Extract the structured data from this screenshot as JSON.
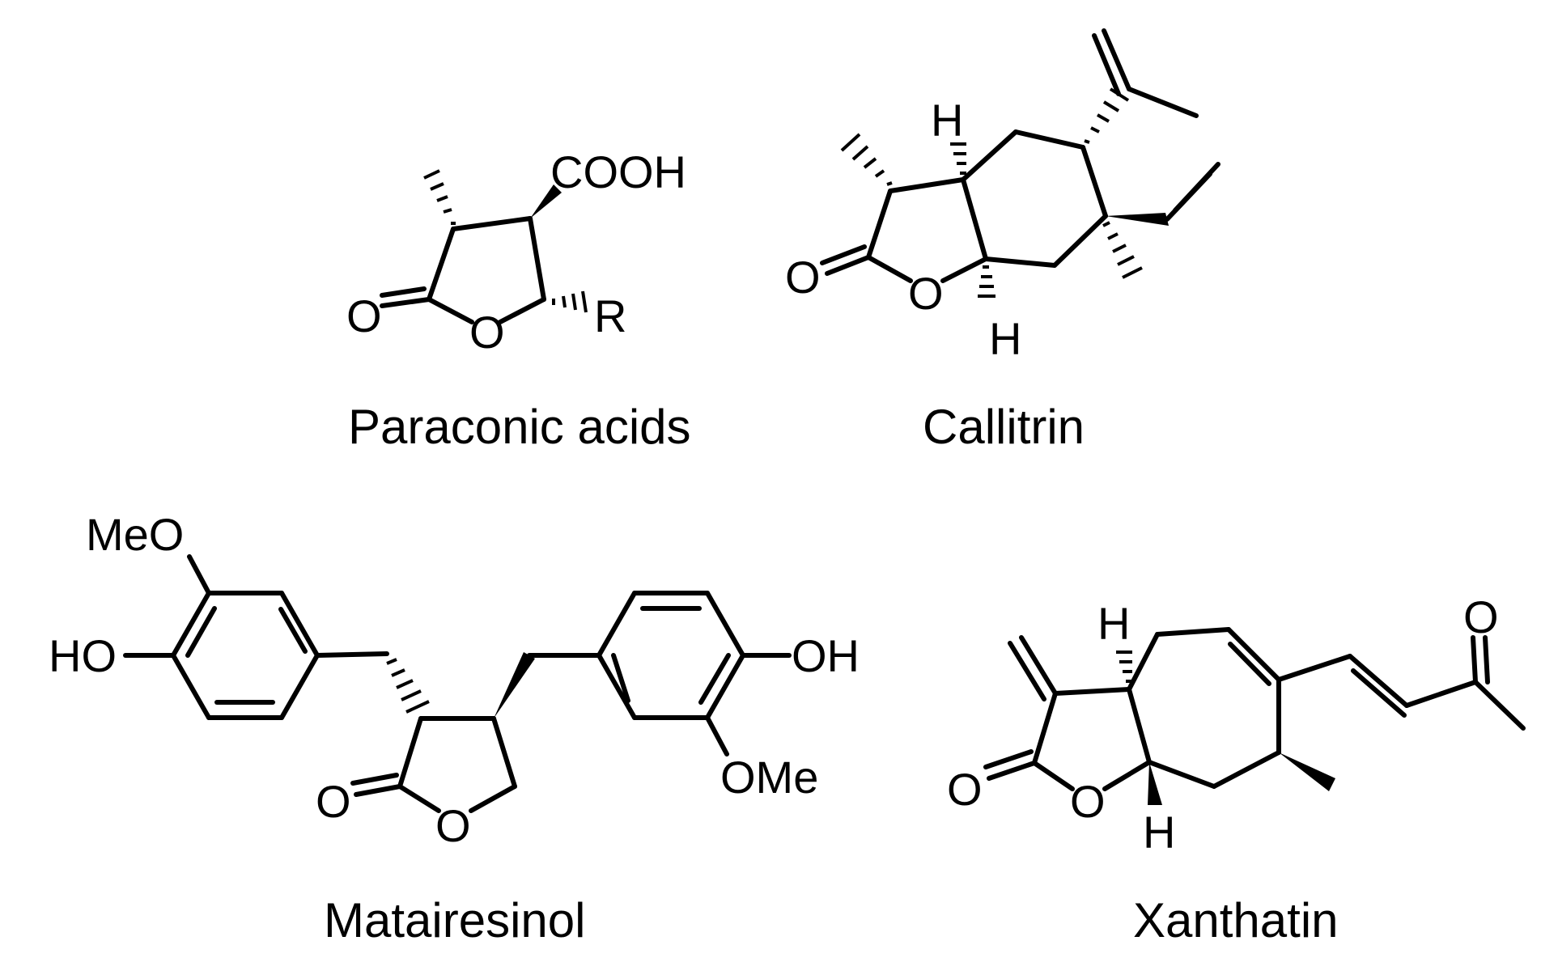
{
  "molecules": [
    {
      "name": "Paraconic acids",
      "labels": {
        "acid": "COOH",
        "carbonyl_o": "O",
        "ring_o": "O",
        "substituent": "R"
      }
    },
    {
      "name": "Callitrin",
      "labels": {
        "h_top": "H",
        "carbonyl_o": "O",
        "ring_o": "O",
        "h_bottom": "H"
      }
    },
    {
      "name": "Matairesinol",
      "labels": {
        "methoxy_left": "MeO",
        "hydroxy_left": "HO",
        "hydroxy_right": "OH",
        "methoxy_right": "OMe",
        "carbonyl_o": "O",
        "ring_o": "O"
      }
    },
    {
      "name": "Xanthatin",
      "labels": {
        "h_top": "H",
        "ketone_o": "O",
        "carbonyl_o": "O",
        "ring_o": "O",
        "h_bottom": "H"
      }
    }
  ]
}
